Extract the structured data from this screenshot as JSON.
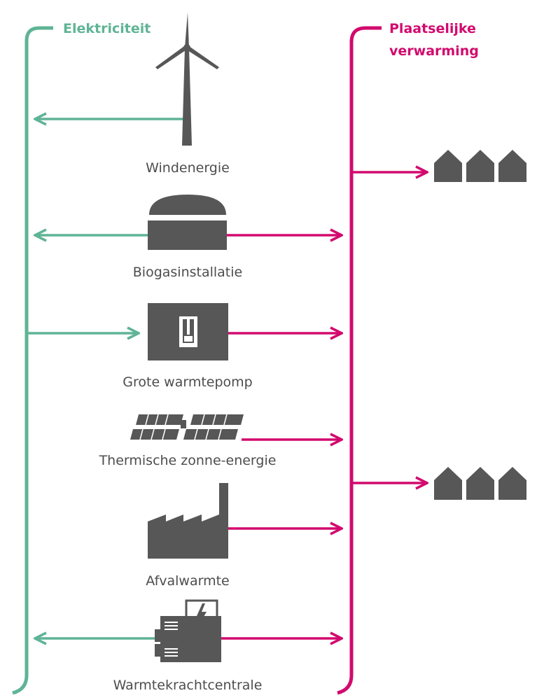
{
  "legend": {
    "electricity": "Elektriciteit",
    "heat_line1": "Plaatselijke",
    "heat_line2": "verwarming"
  },
  "sources": {
    "wind": "Windenergie",
    "biogas": "Biogasinstallatie",
    "heatpump": "Grote warmtepomp",
    "solar": "Thermische zonne-energie",
    "waste": "Afvalwarmte",
    "chp": "Warmtekrachtcentrale"
  },
  "colors": {
    "electricity": "#5fb496",
    "heat": "#d20a6e",
    "icon": "#575757",
    "text": "#4d4d4d"
  }
}
